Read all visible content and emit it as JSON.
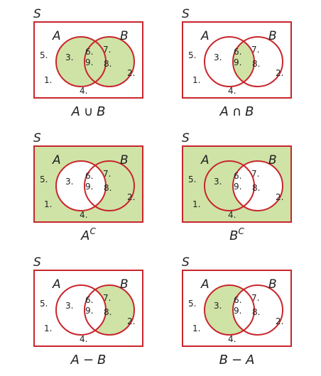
{
  "colors": {
    "fill": "#cfe3a7",
    "border": "#c8262c",
    "background": "#ffffff",
    "text": "#222222"
  },
  "universe_label": "S",
  "set_a_label": "A",
  "set_b_label": "B",
  "elements": {
    "outside_top": "5.",
    "outside_bottom_left": "1.",
    "outside_bottom_center": "4.",
    "outside_right": "2.",
    "a_only": "3.",
    "both_top": "6.",
    "both_bottom": "9.",
    "b_only_top": "7.",
    "b_only_bottom": "8."
  },
  "panels": [
    {
      "id": "union",
      "caption_left": "A",
      "operator": "∪",
      "caption_right": "B",
      "superscript": "",
      "shade": [
        "a_only",
        "both",
        "b_only"
      ]
    },
    {
      "id": "intersection",
      "caption_left": "A",
      "operator": "∩",
      "caption_right": "B",
      "superscript": "",
      "shade": [
        "both"
      ]
    },
    {
      "id": "a-complement",
      "caption_left": "A",
      "operator": "",
      "caption_right": "",
      "superscript": "C",
      "shade": [
        "outside",
        "b_only"
      ]
    },
    {
      "id": "b-complement",
      "caption_left": "B",
      "operator": "",
      "caption_right": "",
      "superscript": "C",
      "shade": [
        "outside",
        "a_only"
      ]
    },
    {
      "id": "a-minus-b",
      "caption_left": "A",
      "operator": "−",
      "caption_right": "B",
      "superscript": "",
      "shade": [
        "b_only"
      ]
    },
    {
      "id": "b-minus-a",
      "caption_left": "B",
      "operator": "−",
      "caption_right": "A",
      "superscript": "",
      "shade": [
        "a_only"
      ]
    }
  ]
}
